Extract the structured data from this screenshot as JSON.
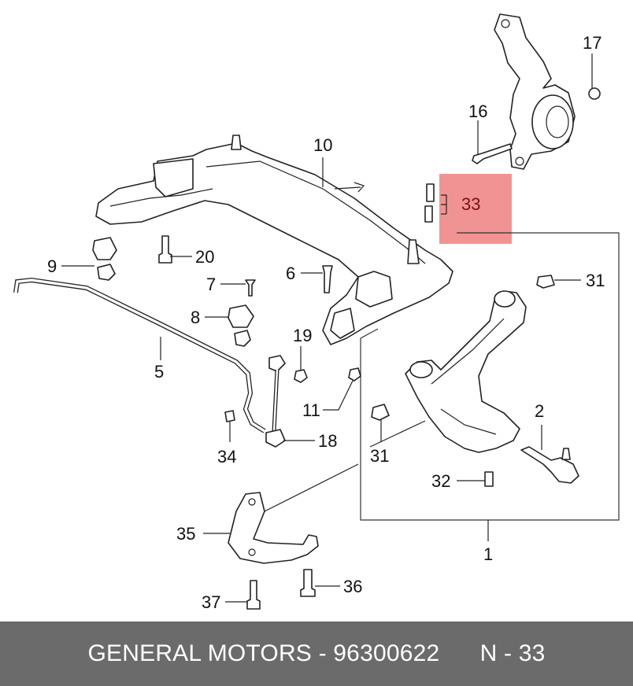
{
  "callouts": {
    "c1": "1",
    "c2": "2",
    "c5": "5",
    "c6": "6",
    "c7": "7",
    "c8": "8",
    "c9": "9",
    "c10": "10",
    "c11": "11",
    "c16": "16",
    "c17": "17",
    "c18": "18",
    "c19": "19",
    "c20": "20",
    "c31a": "31",
    "c31b": "31",
    "c32": "32",
    "c33": "33",
    "c34": "34",
    "c35": "35",
    "c36": "36",
    "c37": "37"
  },
  "highlight": {
    "color": "#f08080"
  },
  "footer": {
    "brand": "GENERAL MOTORS",
    "separator": " - ",
    "part_number": "96300622",
    "gap": "      ",
    "position_ref": "N - 33"
  }
}
